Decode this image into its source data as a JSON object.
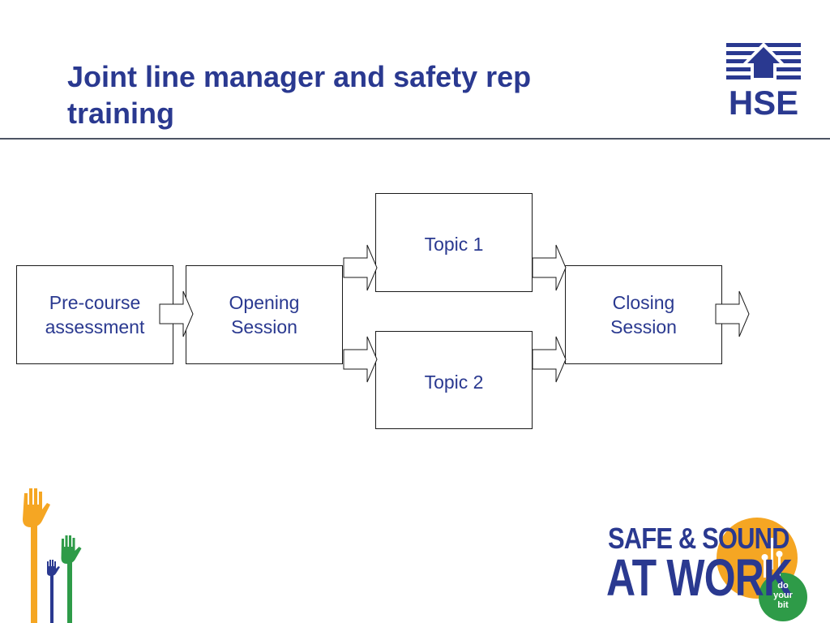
{
  "slide": {
    "title": "Joint line manager and safety rep training"
  },
  "hse_logo": {
    "text": "HSE",
    "color": "#2a3990"
  },
  "flow": {
    "pre_course": "Pre-course assessment",
    "opening": "Opening Session",
    "topic1": "Topic 1",
    "topic2": "Topic 2",
    "closing": "Closing Session"
  },
  "campaign_logo": {
    "line1": "SAFE & SOUND",
    "line2": "AT WORK",
    "badge": "do your bit",
    "colors": {
      "navy": "#2a3990",
      "orange": "#f5a623",
      "green": "#2e9b48"
    }
  }
}
